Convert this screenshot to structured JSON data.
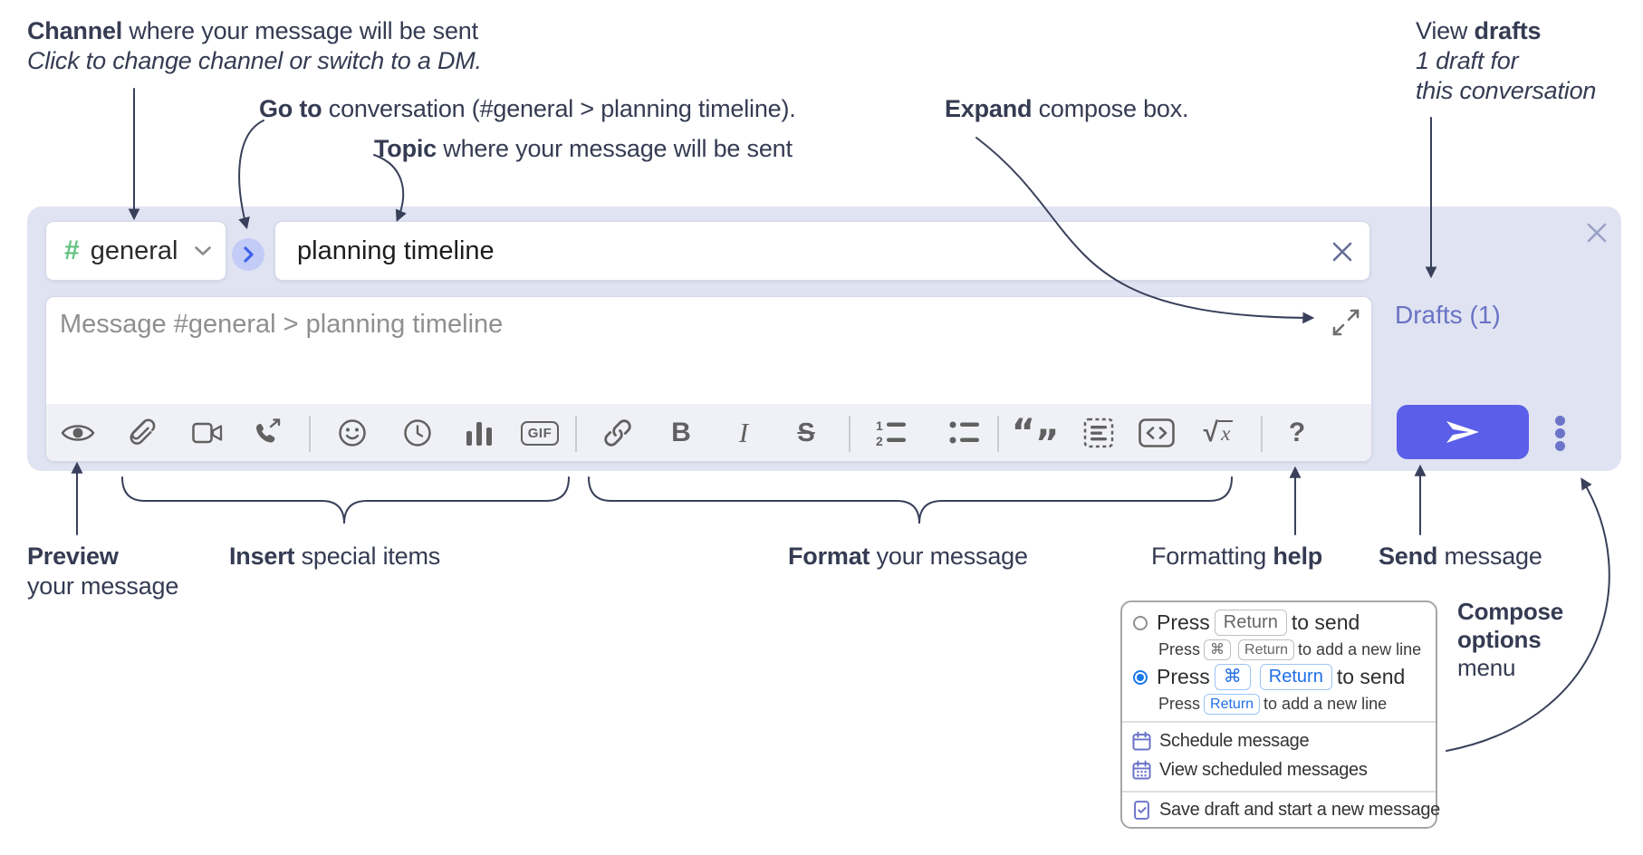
{
  "annotations": {
    "channel": {
      "bold": "Channel",
      "rest": " where your message will be sent",
      "line2": "Click to change channel or switch to a DM."
    },
    "goto": {
      "bold": "Go to",
      "rest": " conversation (#general > planning timeline)."
    },
    "topic": {
      "bold": "Topic",
      "rest": " where your message will be sent"
    },
    "expand": {
      "bold": "Expand",
      "rest": " compose box."
    },
    "drafts": {
      "pre": "View ",
      "bold": "drafts",
      "line2": "1 draft for",
      "line3": "this conversation"
    },
    "preview": {
      "bold": "Preview",
      "line2": "your message"
    },
    "insert": {
      "bold": "Insert",
      "rest": " special items"
    },
    "format": {
      "bold": "Format",
      "rest": " your message"
    },
    "help": {
      "pre": "Formatting ",
      "bold": "help"
    },
    "send": {
      "bold": "Send",
      "rest": " message"
    },
    "compose_menu": {
      "bold1": "Compose",
      "bold2": "options",
      "rest": "menu"
    }
  },
  "compose": {
    "hash": "#",
    "channel": "general",
    "topic_value": "planning timeline",
    "message_placeholder": "Message #general > planning timeline",
    "drafts_link": "Drafts (1)",
    "toolbar": {
      "icons": [
        "preview-eye",
        "attach-paperclip",
        "video-call",
        "audio-call",
        "emoji-smiley",
        "time-clock",
        "poll-bar-chart",
        "gif",
        "link",
        "bold",
        "italic",
        "strikethrough",
        "numbered-list",
        "bulleted-list",
        "quote",
        "spoiler",
        "code",
        "math",
        "help"
      ],
      "gif": "GIF",
      "bold": "B",
      "italic": "I",
      "strike": "S",
      "quote_open": "“",
      "quote_close": "”",
      "num1": "1",
      "num2": "2",
      "math_radical": "√",
      "math_x": "x",
      "help": "?"
    }
  },
  "popup": {
    "option1": {
      "press": "Press",
      "key": "Return",
      "suffix": "to send",
      "sub_press": "Press",
      "sub_key1": "⌘",
      "sub_key2": "Return",
      "sub_suffix": "to add a new line"
    },
    "option2": {
      "press": "Press",
      "key1": "⌘",
      "key2": "Return",
      "suffix": "to send",
      "sub_press": "Press",
      "sub_key": "Return",
      "sub_suffix": "to add a new line"
    },
    "items": [
      "Schedule message",
      "View scheduled messages",
      "Save draft and start a new message"
    ]
  },
  "colors": {
    "annotation_ink": "#353b52",
    "compose_bg": "#e0e3f2",
    "channel_hash_green": "#62c27f",
    "goto_circle_bg": "#c3cbf7",
    "goto_arrow_blue": "#3d63ed",
    "drafts_link": "#6a73c5",
    "send_button": "#5a5ee8",
    "options_dots": "#6b74c8",
    "menu_icon_purple": "#6b72c9",
    "radio_selected_blue": "#1b78e8",
    "kbd_blue_text": "#1f6fe8",
    "toolbar_icon_gray": "#616161"
  }
}
